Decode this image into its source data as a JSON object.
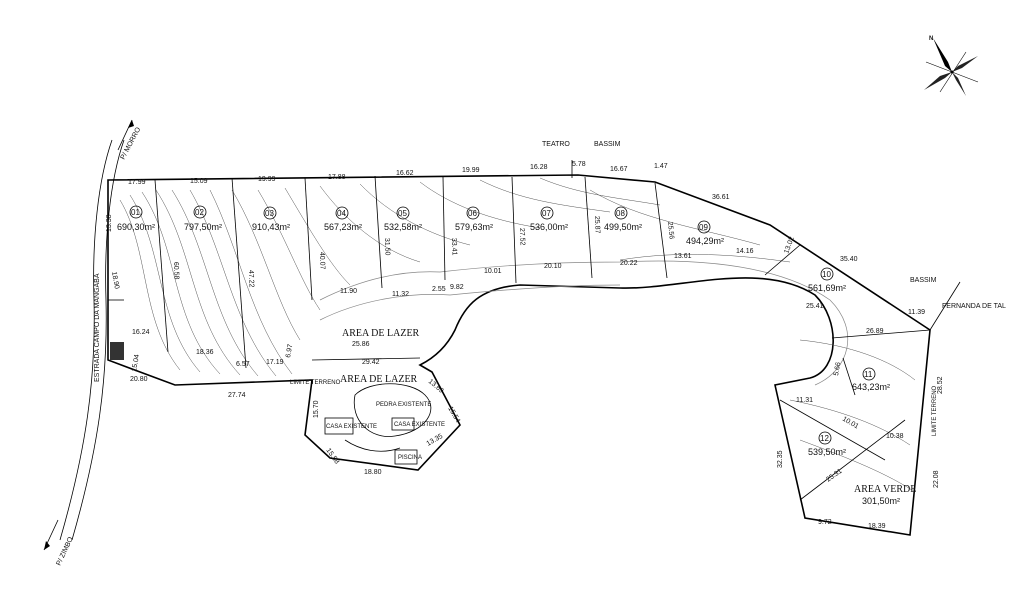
{
  "roads": {
    "estrada": "ESTRADA CAMPO DA MANGABA",
    "morro": "P/ MORRO",
    "zimbo": "P/ ZIMBO"
  },
  "neighbors": {
    "teatro": "TEATRO",
    "bassim_top": "BASSIM",
    "bassim_right": "BASSIM",
    "fernanda": "FERNANDA DE TAL"
  },
  "limite_terreno_left": "LIMITE TERRENO",
  "limite_terreno_right": "LIMITE TERRENO",
  "top_dims": [
    "17.99",
    "15.09",
    "19.99",
    "17.88",
    "16.62",
    "19.99",
    "16.28",
    "5.78",
    "16.67",
    "1.47",
    "36.61",
    "35.40",
    "11.39"
  ],
  "lots": [
    {
      "num": "01",
      "area": "690,30m²"
    },
    {
      "num": "02",
      "area": "797,50m²"
    },
    {
      "num": "03",
      "area": "910,43m²"
    },
    {
      "num": "04",
      "area": "567,23m²"
    },
    {
      "num": "05",
      "area": "532,58m²"
    },
    {
      "num": "06",
      "area": "579,63m²"
    },
    {
      "num": "07",
      "area": "536,00m²"
    },
    {
      "num": "08",
      "area": "499,50m²"
    },
    {
      "num": "09",
      "area": "494,29m²"
    },
    {
      "num": "10",
      "area": "561,69m²"
    },
    {
      "num": "11",
      "area": "643,23m²"
    },
    {
      "num": "12",
      "area": "539,50m²"
    }
  ],
  "inner_dims": [
    "13.38",
    "18.90",
    "16.24",
    "60.58",
    "47.22",
    "40.07",
    "31.50",
    "33.41",
    "27.52",
    "25.87",
    "25.56",
    "13.61",
    "14.16",
    "13.02",
    "25.41",
    "26.89",
    "18.36",
    "17.19",
    "6.97",
    "6.57",
    "11.90",
    "11.32",
    "2.55",
    "9.82",
    "10.01",
    "20.10",
    "20.22",
    "5.66",
    "11.31",
    "10.01",
    "10.38",
    "25.31",
    "32.35",
    "28.52",
    "22.08",
    "9.72",
    "18.39",
    "20.80",
    "27.74",
    "15.70",
    "15.58",
    "18.80",
    "13.35",
    "15.54",
    "13.69",
    "25.86",
    "29.42",
    "15.04"
  ],
  "areas": {
    "lazer_top": "AREA DE LAZER",
    "lazer_main": "AREA DE LAZER",
    "verde": "AREA VERDE",
    "verde_area": "301,50m²",
    "pedra": "PEDRA EXISTENTE",
    "casa1": "CASA EXISTENTE",
    "casa2": "CASA EXISTENTE",
    "piscina": "PISCINA"
  }
}
